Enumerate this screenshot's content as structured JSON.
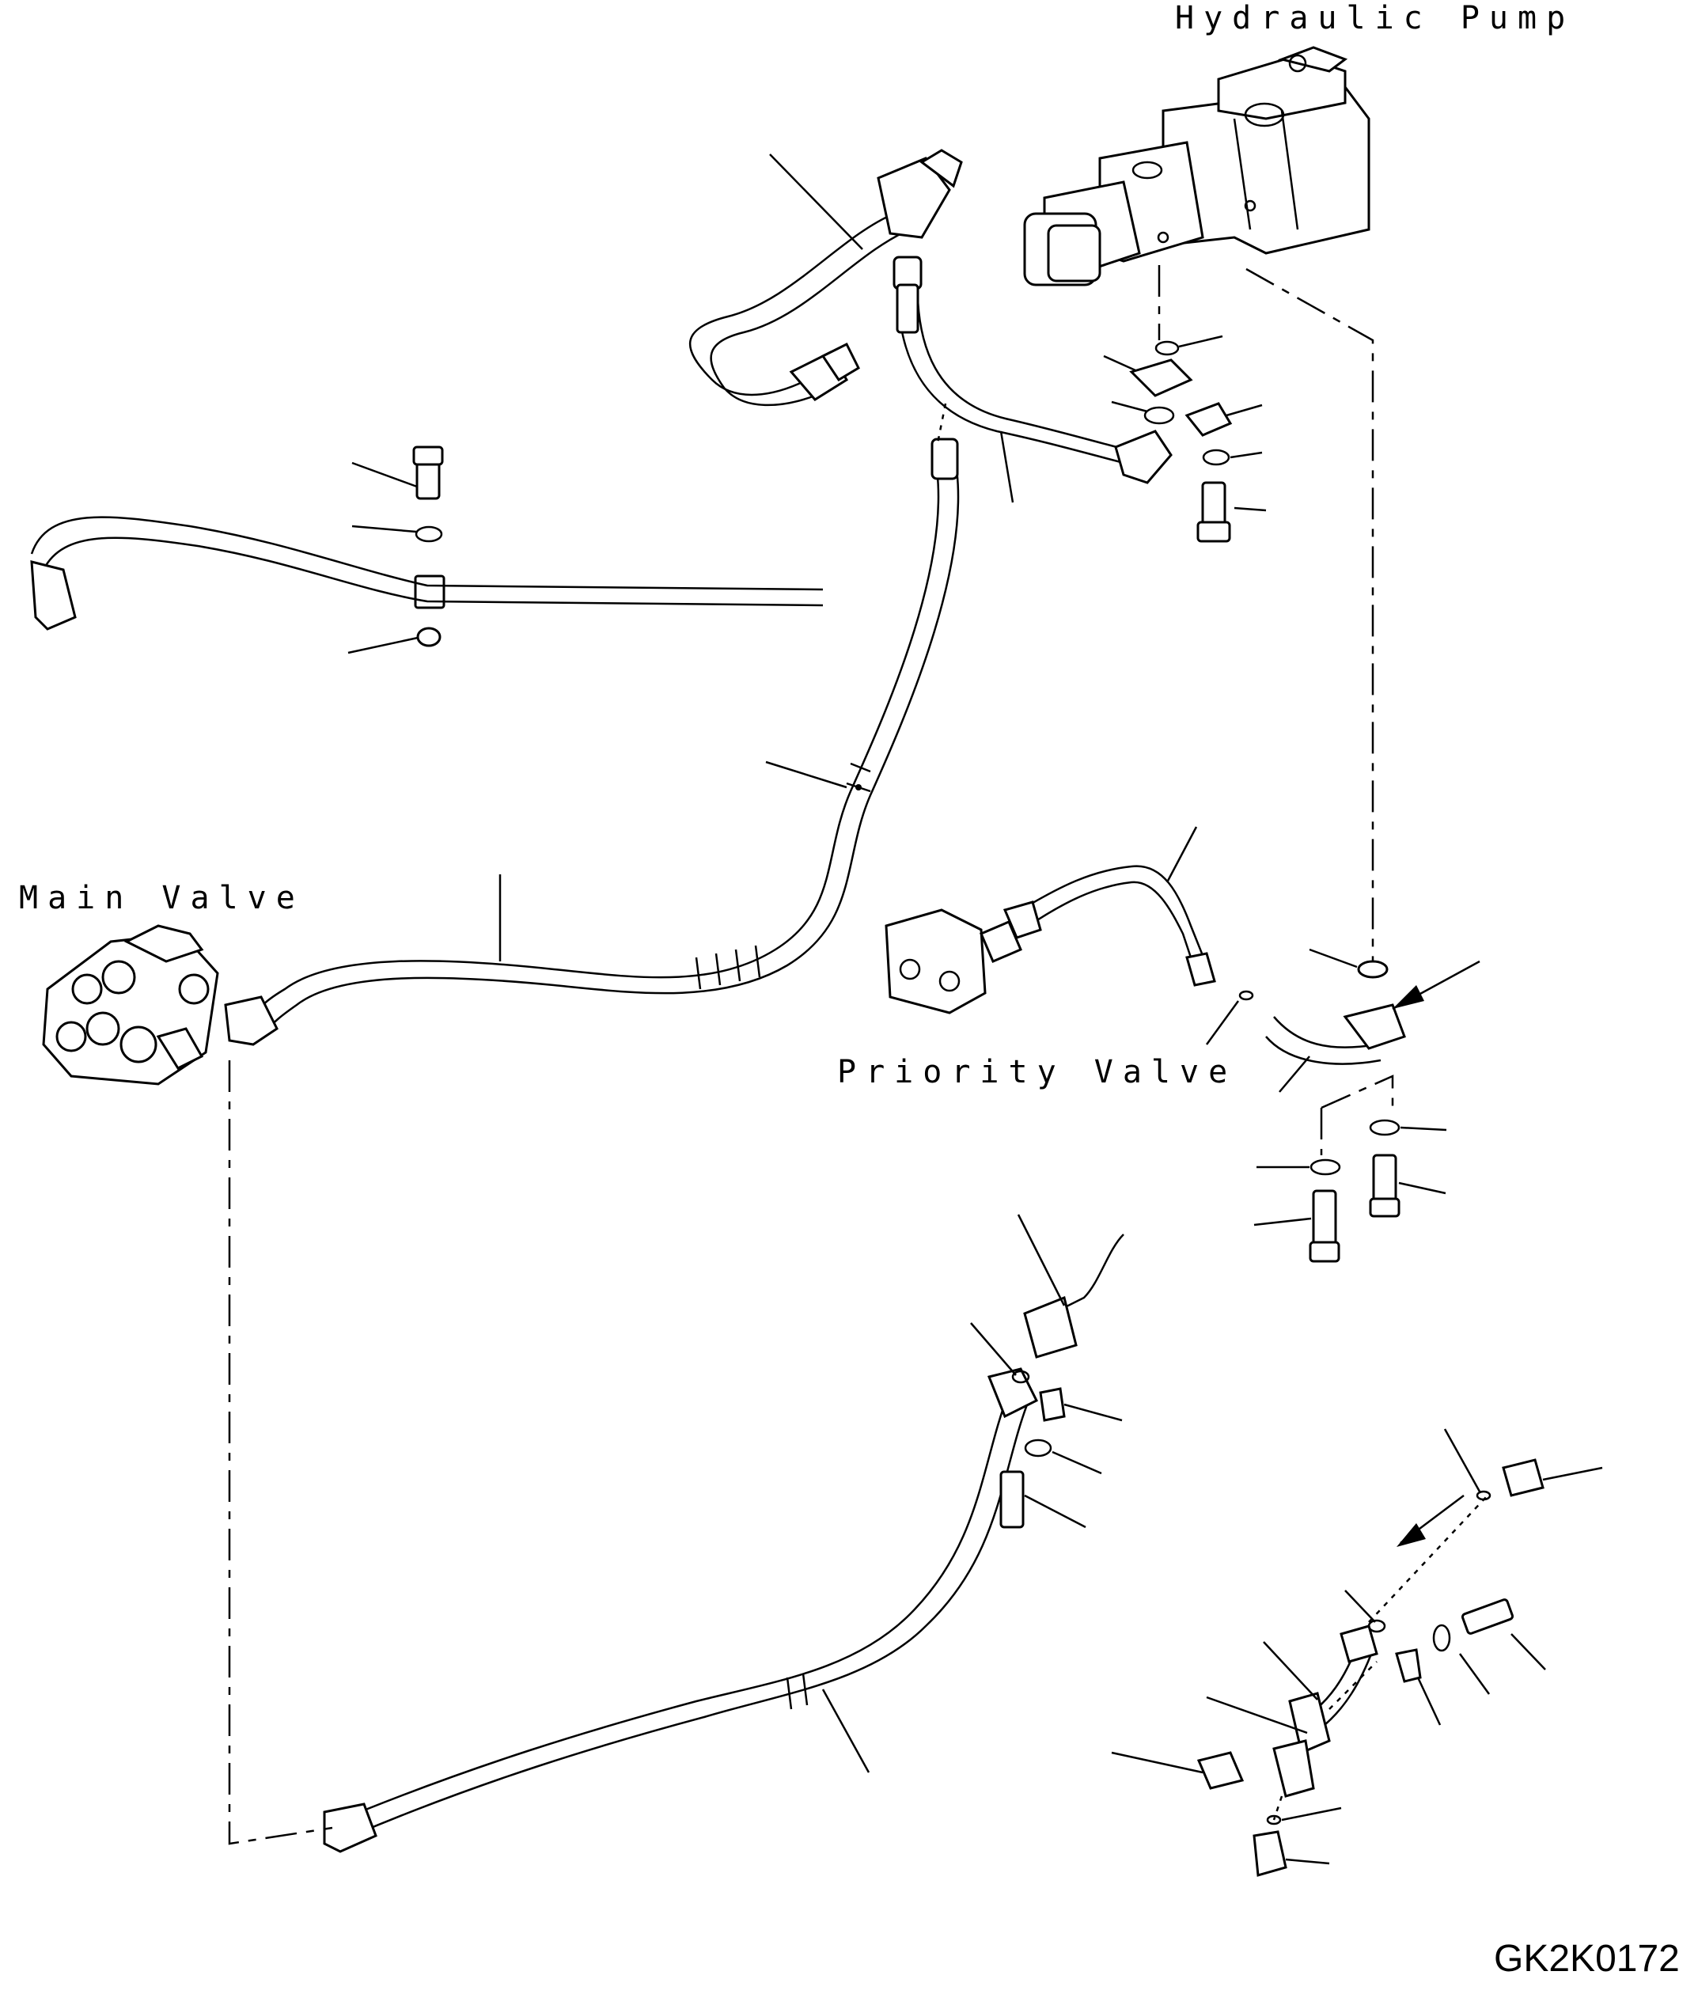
{
  "labels": {
    "hydraulic_pump": "Hydraulic Pump",
    "main_valve": "Main Valve",
    "priority_valve": "Priority Valve"
  },
  "drawing_code": "GK2K0172"
}
